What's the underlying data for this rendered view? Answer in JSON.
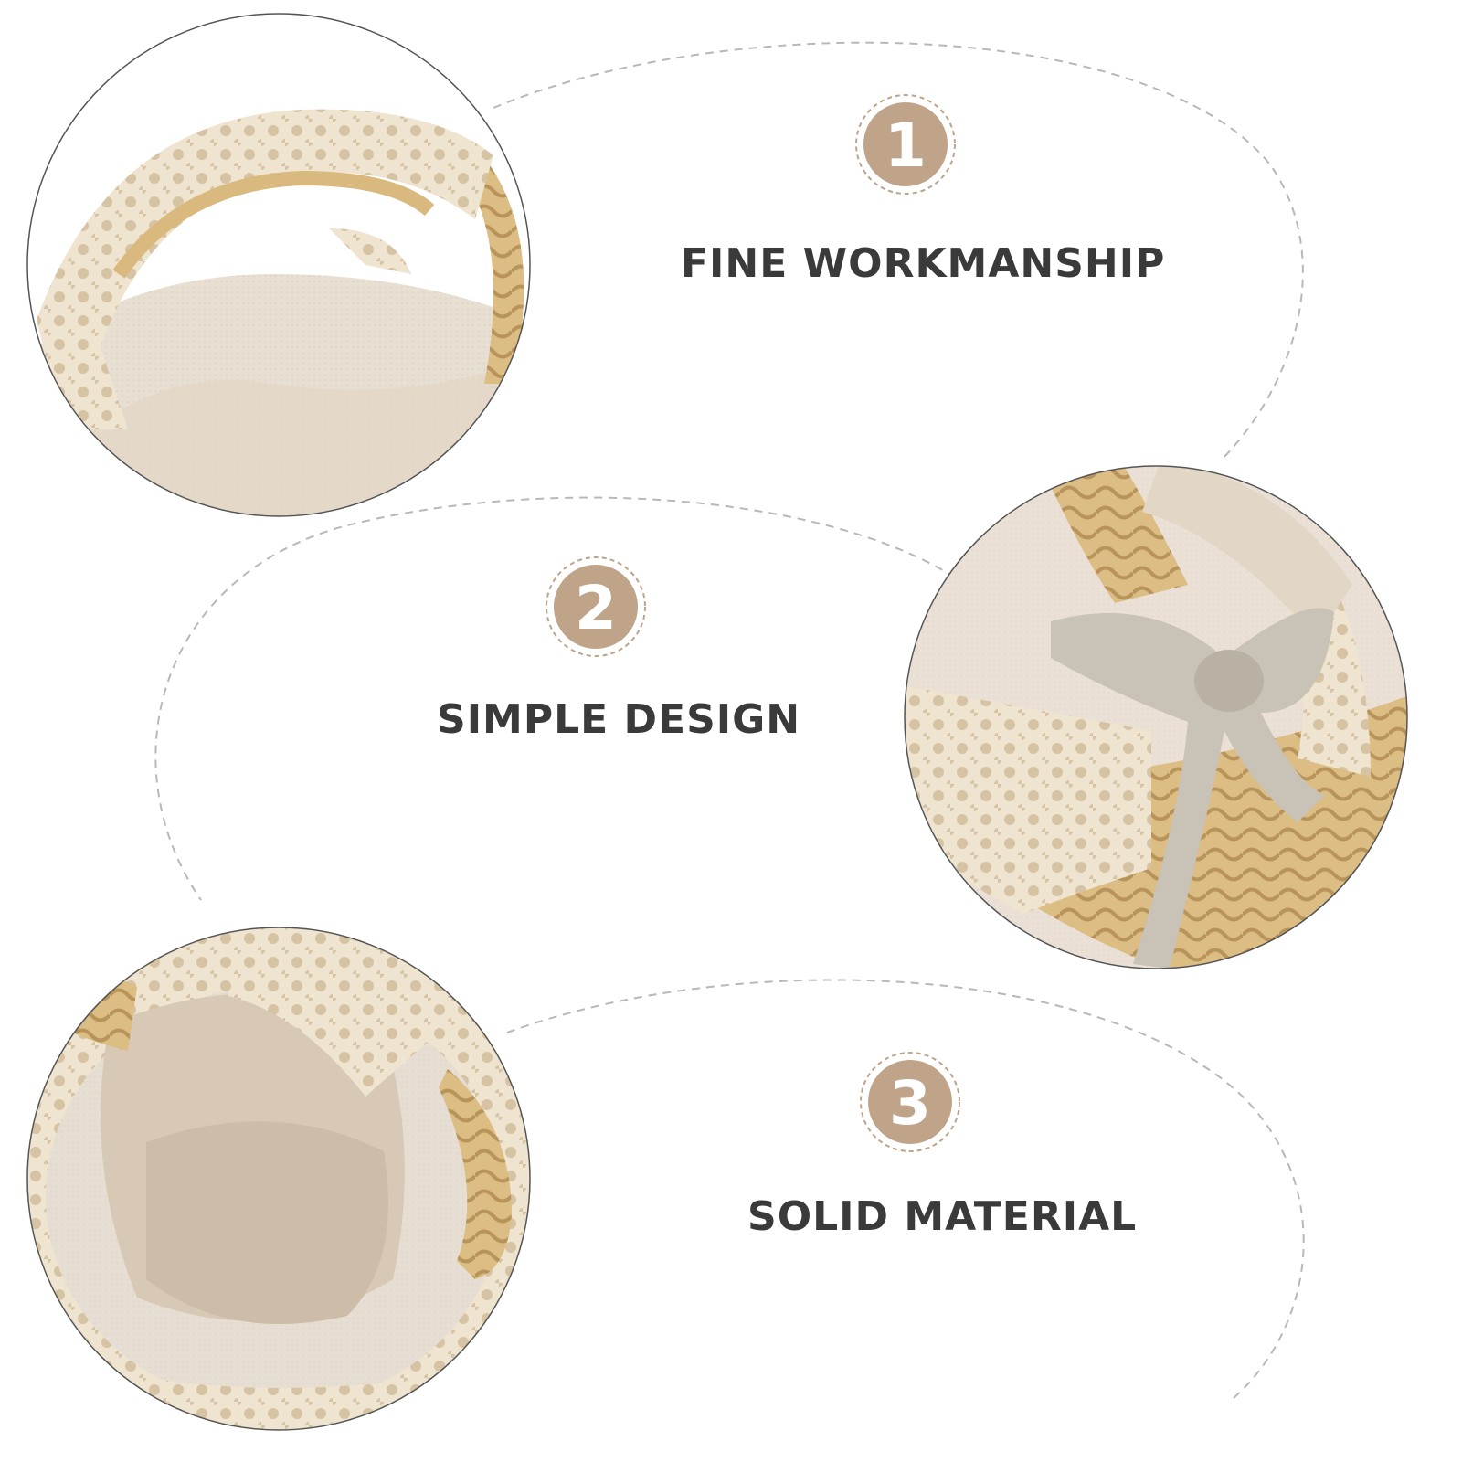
{
  "features": [
    {
      "number": "1",
      "title": "FINE WORKMANSHIP"
    },
    {
      "number": "2",
      "title": "SIMPLE DESIGN"
    },
    {
      "number": "3",
      "title": "SOLID MATERIAL"
    }
  ],
  "colors": {
    "badge": "#bfa48a",
    "title_text": "#3a3a3a",
    "dashed_line": "#b8b8b8",
    "circle_border": "#555555",
    "wicker": "#d9b97e",
    "linen": "#e6ddd2",
    "lace": "#efe4cf",
    "ribbon": "#c9c2b6"
  },
  "photos": [
    {
      "name": "basket-handle-lace-photo"
    },
    {
      "name": "basket-ribbon-bow-photo"
    },
    {
      "name": "basket-interior-lining-photo"
    }
  ]
}
